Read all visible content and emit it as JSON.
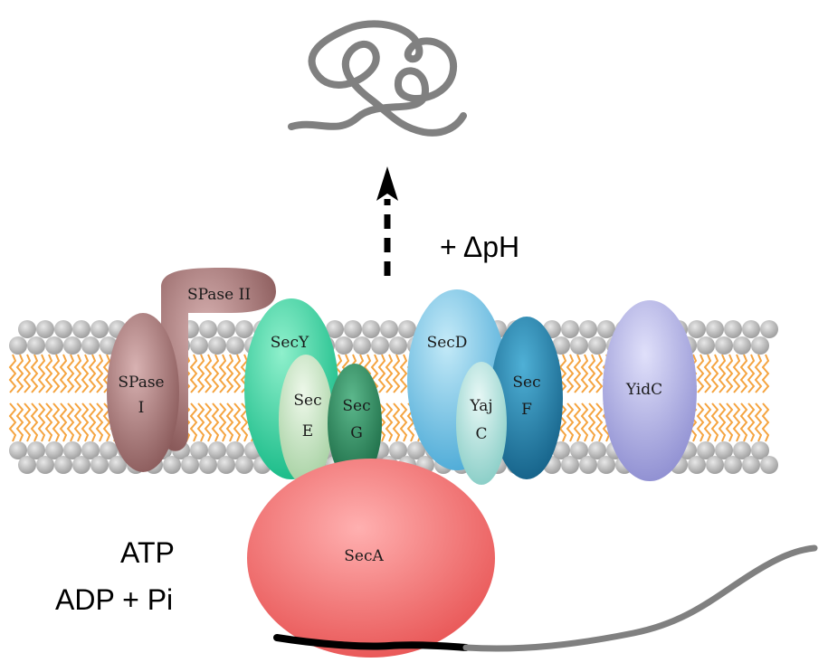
{
  "labels": {
    "spase_ii": "SPase II",
    "spase_i_line1": "SPase",
    "spase_i_line2": "I",
    "secy": "SecY",
    "sece_line1": "Sec",
    "sece_line2": "E",
    "secg_line1": "Sec",
    "secg_line2": "G",
    "secd": "SecD",
    "yajc_line1": "Yaj",
    "yajc_line2": "C",
    "secf_line1": "Sec",
    "secf_line2": "F",
    "yidc": "YidC",
    "seca": "SecA",
    "delta_ph": "+ ΔpH",
    "atp": "ATP",
    "adp_pi": "ADP + Pi"
  },
  "colors": {
    "lipid_head": "#b8b8b8",
    "lipid_tail": "#f5a440",
    "spase": "#9e6e6e",
    "secy": "#2dd6a0",
    "sece": "#cfe8c8",
    "secg": "#2e8f62",
    "secd": "#6ec6ea",
    "yajc": "#b6e6e2",
    "secf": "#1f7fa8",
    "yidc": "#a8a8de",
    "seca": "#f06a6a",
    "polypeptide": "#808080"
  }
}
